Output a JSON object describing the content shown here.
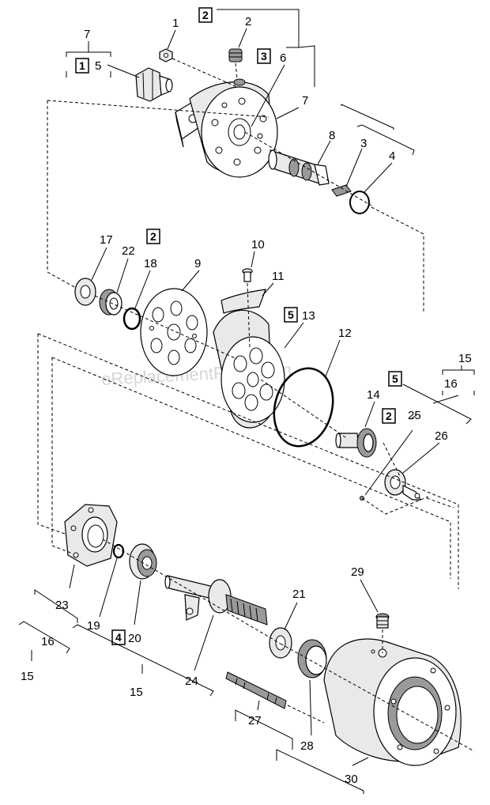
{
  "watermark": "eReplacementParts.com",
  "boxed_labels": [
    "2",
    "3",
    "1",
    "2",
    "5",
    "5",
    "2",
    "4"
  ],
  "labels": [
    "7",
    "1",
    "2",
    "5",
    "6",
    "7",
    "8",
    "3",
    "4",
    "17",
    "22",
    "18",
    "9",
    "10",
    "11",
    "13",
    "12",
    "15",
    "16",
    "14",
    "25",
    "26",
    "23",
    "19",
    "20",
    "24",
    "21",
    "29",
    "16",
    "15",
    "15",
    "27",
    "28",
    "30"
  ]
}
